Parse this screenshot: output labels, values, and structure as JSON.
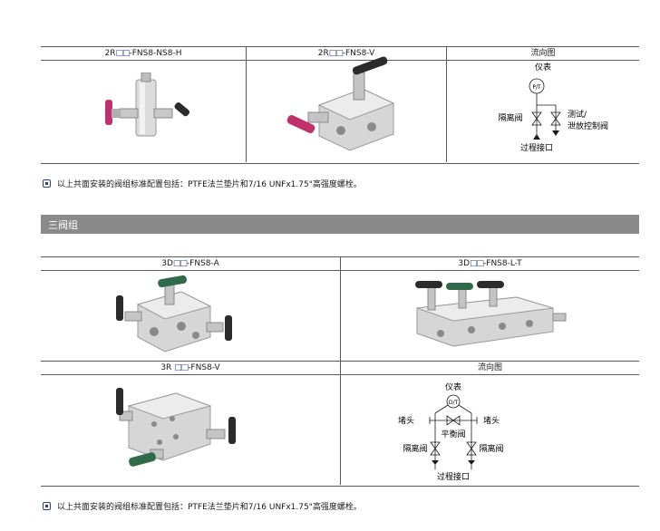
{
  "table1": {
    "headers": [
      {
        "prefix": "2R",
        "suffix": "-FNS8-NS8-H"
      },
      {
        "prefix": "2R",
        "suffix": "-FNS8-V"
      },
      {
        "label": "流向图"
      }
    ],
    "flow": {
      "instrument": "仪表",
      "isolation": "隔离阀",
      "test_line1": "测试/",
      "test_line2": "泄放控制阀",
      "process": "过程接口",
      "gauge": "P/T"
    }
  },
  "note1": "以上共面安装的阀组标准配置包括：PTFE法兰垫片和7/16 UNFx1.75\"高强度螺栓。",
  "section": {
    "title": "三阀组"
  },
  "table2": {
    "headers": [
      {
        "prefix": "3D",
        "suffix": "-FNS8-A"
      },
      {
        "prefix": "3D",
        "suffix": "-FNS8-L-T"
      },
      {
        "prefix": "3R ",
        "suffix": "-FNS8-V"
      },
      {
        "label": "流向图"
      }
    ],
    "flow": {
      "instrument": "仪表",
      "plug_left": "堵头",
      "plug_right": "堵头",
      "balance": "平衡阀",
      "isolation_left": "隔离阀",
      "isolation_right": "隔离阀",
      "process": "过程接口",
      "gauge": "D/T"
    }
  },
  "note2": "以上共面安装的阀组标准配置包括：PTFE法兰垫片和7/16 UNFx1.75\"高强度螺栓。",
  "colors": {
    "accent": "#2a3f9a",
    "section_bar": "#8a8a8a",
    "handle_magenta": "#c0306a",
    "handle_green": "#2f6b4a",
    "handle_black": "#2b2b2b",
    "body_gray": "#d9d9d9"
  },
  "symbols": {
    "box_pair": "□□"
  }
}
